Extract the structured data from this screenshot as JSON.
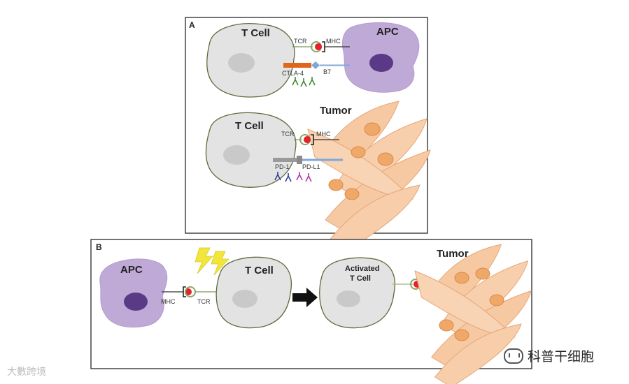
{
  "panel_a": {
    "letter": "A",
    "top": {
      "t_cell": "T Cell",
      "apc": "APC",
      "tcr": "TCR",
      "mhc": "MHC",
      "ctla4": "CTLA-4",
      "b7": "B7"
    },
    "bottom": {
      "t_cell": "T Cell",
      "tumor": "Tumor",
      "tcr": "TCR",
      "mhc": "MHC",
      "pd1": "PD-1",
      "pdl1": "PD-L1"
    }
  },
  "panel_b": {
    "letter": "B",
    "apc": "APC",
    "mhc": "MHC",
    "tcr": "TCR",
    "t_cell": "T Cell",
    "activated_line1": "Activated",
    "activated_line2": "T Cell",
    "tumor": "Tumor"
  },
  "watermarks": {
    "left": "大數跨境",
    "right": "科普干细胞"
  },
  "colors": {
    "t_cell_fill": "#e3e3e3",
    "t_cell_stroke": "#5d6b3b",
    "nucleus": "#c9c9c9",
    "apc_fill": "#bfa9d6",
    "apc_nucleus": "#5a3a86",
    "tumor_fill": "#f6c9a3",
    "tumor_nucleus": "#f0a868",
    "antigen_red": "#e8202a",
    "ctla4_orange": "#e0651d",
    "b7_blue": "#7fa7d9",
    "lightning": "#f2e63a"
  }
}
